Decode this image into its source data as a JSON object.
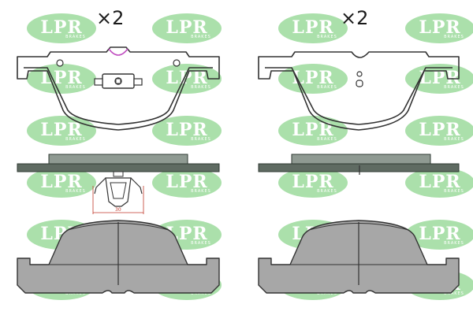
{
  "watermark": {
    "brand": "LPR",
    "sub": "BRAKES",
    "color": "#8fd58f",
    "text_color": "#ffffff"
  },
  "quantities": {
    "left_set": "×2",
    "right_set": "×2"
  },
  "dimension_label": "30",
  "colors": {
    "outline": "#333333",
    "friction_gray": "#a7a7a7",
    "backing_plate": "#5f6b62",
    "dimension_red": "#c0392b",
    "sensor_magenta": "#c04dc0"
  }
}
